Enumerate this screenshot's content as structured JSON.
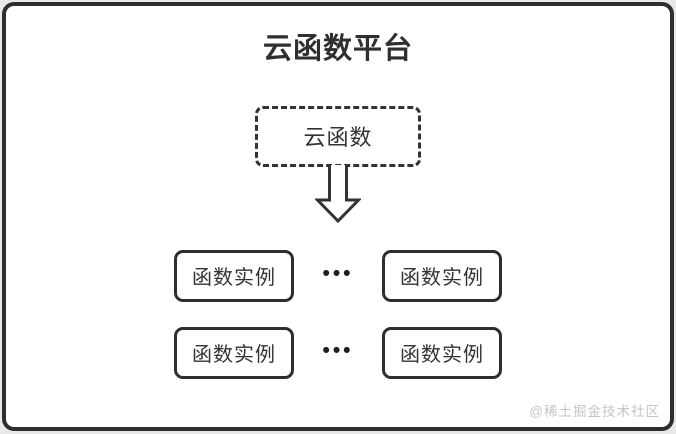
{
  "diagram": {
    "title": "云函数平台",
    "cloud_function_label": "云函数",
    "arrow_icon": "down-block-arrow",
    "ellipsis": "•••",
    "instances": [
      {
        "label": "函数实例"
      },
      {
        "label": "函数实例"
      },
      {
        "label": "函数实例"
      },
      {
        "label": "函数实例"
      }
    ],
    "watermark": "@稀土掘金技术社区"
  },
  "colors": {
    "outer_background": "#e9e9e9",
    "frame_border": "#2e2e2e",
    "canvas_background": "#ffffff",
    "text": "#333333",
    "watermark_text": "#c6c6c6"
  }
}
